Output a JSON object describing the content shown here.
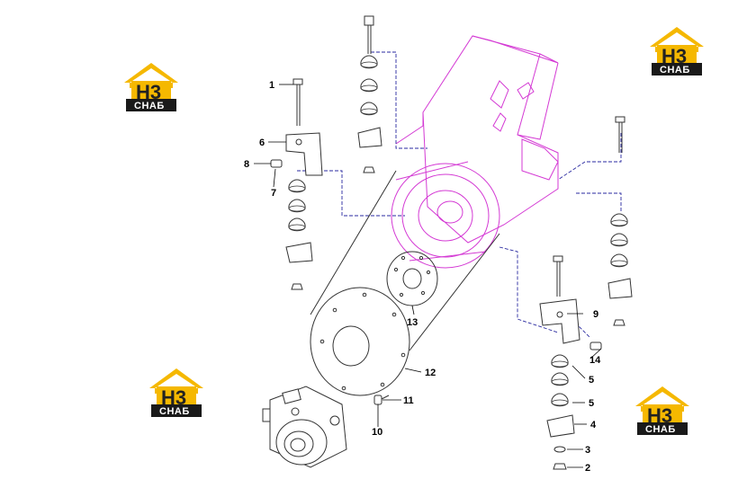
{
  "logo": {
    "mark": "H3",
    "subtitle": "СНАБ",
    "colors": {
      "roof": "#f5b800",
      "letters": "#222222",
      "band": "#1a1a1a",
      "band_text": "#ffffff"
    }
  },
  "diagram": {
    "colors": {
      "engine_outline": "#d43ad4",
      "part_outline": "#333333",
      "leader_line": "#000000",
      "hidden_line": "#2a2aa0"
    },
    "callouts": {
      "c1": "1",
      "c2": "2",
      "c3": "3",
      "c4": "4",
      "c5a": "5",
      "c5b": "5",
      "c6": "6",
      "c7": "7",
      "c8": "8",
      "c9": "9",
      "c10": "10",
      "c11": "11",
      "c12": "12",
      "c13": "13",
      "c14": "14"
    }
  }
}
